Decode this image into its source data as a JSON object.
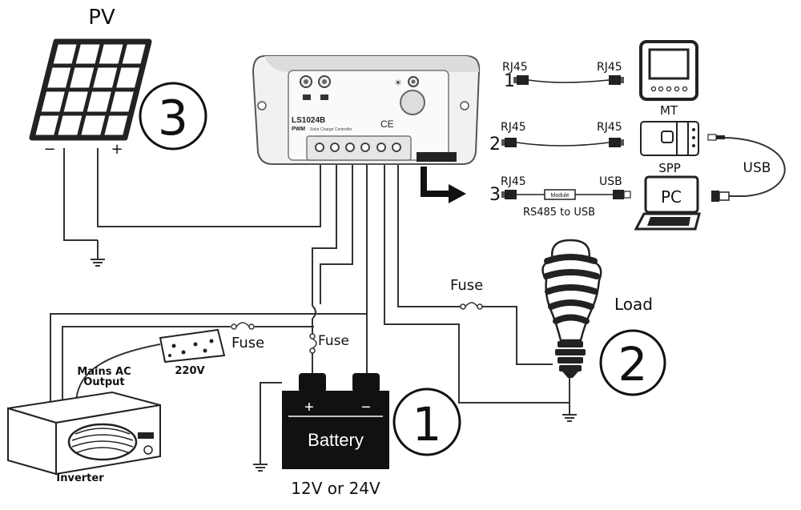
{
  "labels": {
    "pv": "PV",
    "pv_minus": "−",
    "pv_plus": "+",
    "controller_model": "LS1024B",
    "controller_sub": "PWM",
    "controller_sub2": "Solar Charge Controller",
    "controller_ce": "CE",
    "battery_plus": "+",
    "battery_minus": "−",
    "battery": "Battery",
    "battery_voltage": "12V or 24V",
    "inverter": "Inverter",
    "mains_ac_1": "Mains AC",
    "mains_ac_2": "Output",
    "socket_voltage": "220V",
    "fuse_inverter": "Fuse",
    "fuse_battery": "Fuse",
    "fuse_load": "Fuse",
    "load": "Load",
    "num1": "1",
    "num2": "2",
    "num3": "3",
    "usb": "USB"
  },
  "connections": {
    "row1": {
      "index": "1",
      "left": "RJ45",
      "right": "RJ45",
      "device": "MT"
    },
    "row2": {
      "index": "2",
      "left": "RJ45",
      "right": "RJ45",
      "device": "SPP"
    },
    "row3": {
      "index": "3",
      "left": "RJ45",
      "right": "USB",
      "module": "Module",
      "caption": "RS485 to USB",
      "device": "PC"
    }
  }
}
